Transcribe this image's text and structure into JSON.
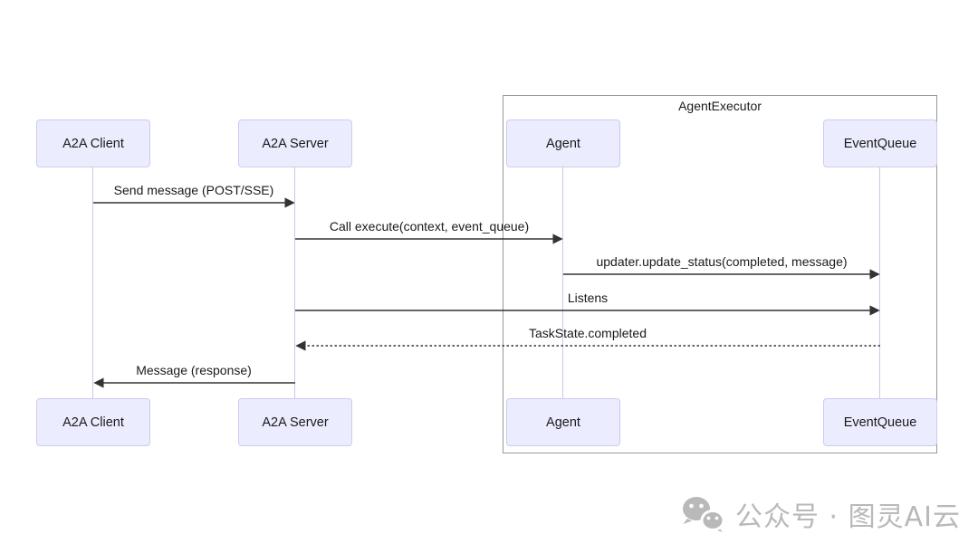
{
  "diagram": {
    "type": "sequence",
    "frame": {
      "label": "AgentExecutor"
    },
    "participants": [
      {
        "id": "a2a-client",
        "label": "A2A Client",
        "in_frame": false
      },
      {
        "id": "a2a-server",
        "label": "A2A Server",
        "in_frame": false
      },
      {
        "id": "agent",
        "label": "Agent",
        "in_frame": true
      },
      {
        "id": "event-queue",
        "label": "EventQueue",
        "in_frame": true
      }
    ],
    "messages": [
      {
        "from": "A2A Client",
        "to": "A2A Server",
        "text": "Send message (POST/SSE)",
        "style": "solid"
      },
      {
        "from": "A2A Server",
        "to": "Agent",
        "text": "Call execute(context, event_queue)",
        "style": "solid"
      },
      {
        "from": "Agent",
        "to": "EventQueue",
        "text": "updater.update_status(completed, message)",
        "style": "solid"
      },
      {
        "from": "A2A Server",
        "to": "EventQueue",
        "text": "Listens",
        "style": "solid"
      },
      {
        "from": "EventQueue",
        "to": "A2A Server",
        "text": "TaskState.completed",
        "style": "dashed"
      },
      {
        "from": "A2A Server",
        "to": "A2A Client",
        "text": "Message (response)",
        "style": "solid"
      }
    ],
    "colors": {
      "participant_fill": "#ECECFF",
      "participant_border": "#CCCCEE",
      "lifeline": "#C9C9E5",
      "frame_border": "#999999",
      "arrow": "#333333",
      "text": "#1a1a1a"
    }
  },
  "watermark": {
    "icon": "wechat-icon",
    "text": "公众号 · 图灵AI云",
    "color": "#b9b9b9"
  }
}
